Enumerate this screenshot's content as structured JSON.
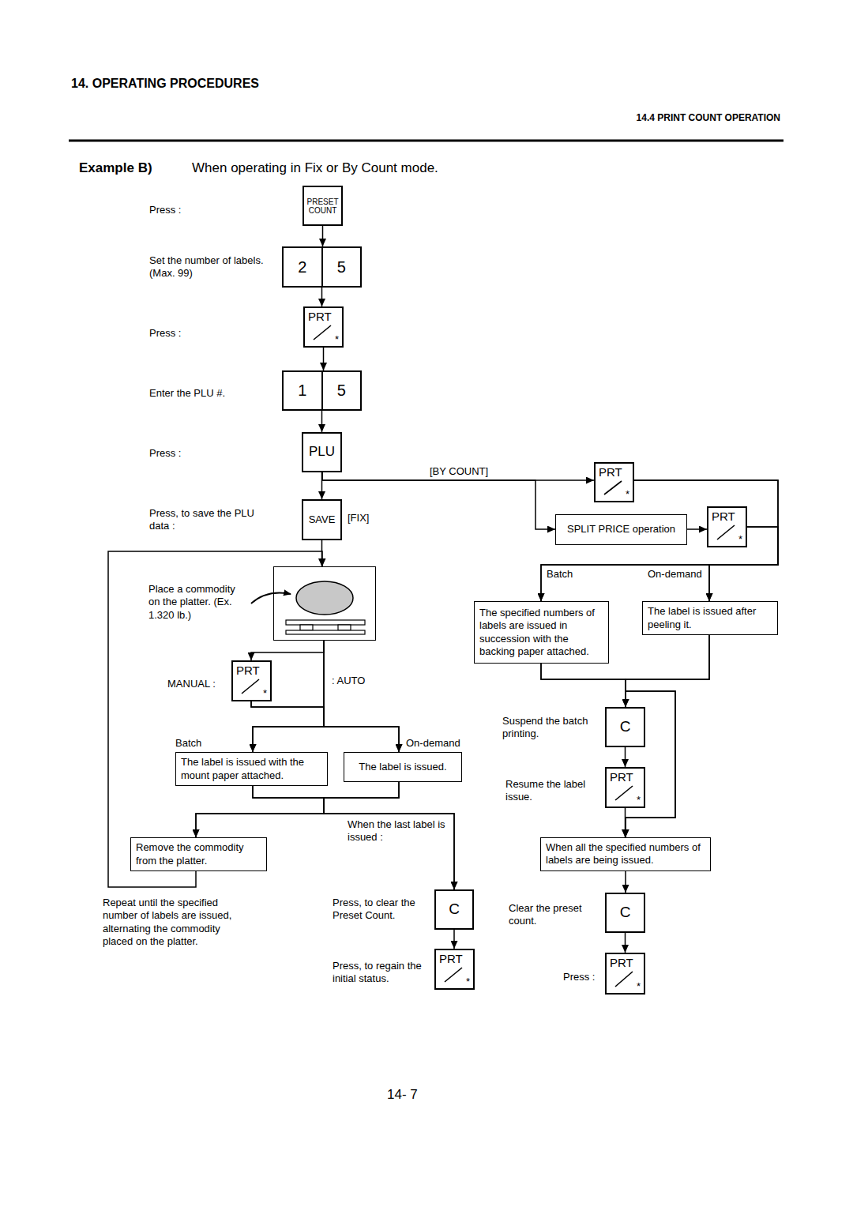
{
  "diagram": {
    "title": "Example B)",
    "nodes": [
      {
        "text": [
          "PRESET COUNT"
        ]
      },
      {
        "text": [
          "2",
          "5"
        ]
      },
      {
        "text": [
          "PRT",
          "*"
        ]
      },
      {
        "text": [
          "1",
          "5"
        ]
      },
      {
        "text": [
          "PLU"
        ]
      },
      {
        "text": [
          "SAVE"
        ]
      },
      {
        "text": [
          "Place a commodity on the platter. (Ex. 1.320 lb.)"
        ]
      },
      {
        "text": [
          "PRT",
          "*"
        ]
      },
      {
        "text": [
          "The label is issued with the mount paper attached."
        ]
      },
      {
        "text": [
          "The label is issued."
        ]
      },
      {
        "text": [
          "Remove the commodity from the platter."
        ]
      },
      {
        "text": [
          "C"
        ]
      },
      {
        "text": [
          "PRT",
          "*"
        ]
      },
      {
        "text": [
          "PRT",
          "*"
        ]
      },
      {
        "text": [
          "SPLIT PRICE operation"
        ]
      },
      {
        "text": [
          "PRT",
          "*"
        ]
      },
      {
        "text": [
          "The specified numbers of labels are issued in succession with the backing paper attached."
        ]
      },
      {
        "text": [
          "The label is issued after peeling it."
        ]
      },
      {
        "text": [
          "C"
        ]
      },
      {
        "text": [
          "PRT",
          "*"
        ]
      },
      {
        "text": [
          "When all the specified numbers of labels are being issued."
        ]
      },
      {
        "text": [
          "C"
        ]
      },
      {
        "text": [
          "PRT",
          "*"
        ]
      }
    ],
    "edges": [
      {
        "from": 0,
        "to": 1,
        "arrow": "to"
      },
      {
        "from": 1,
        "to": 2,
        "arrow": "to"
      },
      {
        "from": 2,
        "to": 3,
        "arrow": "to"
      },
      {
        "from": 3,
        "to": 4,
        "arrow": "to"
      },
      {
        "from": 4,
        "to": 5,
        "arrow": "to",
        "label": "[FIX]"
      },
      {
        "from": 4,
        "to": 13,
        "arrow": "to",
        "label": "[BY COUNT]"
      },
      {
        "from": 4,
        "to": 14,
        "arrow": "to"
      },
      {
        "from": 5,
        "to": 6,
        "arrow": "to"
      },
      {
        "from": 6,
        "to": 7,
        "arrow": "to"
      },
      {
        "from": 6,
        "to": 8,
        "arrow": "to"
      },
      {
        "from": 6,
        "to": 9,
        "arrow": "to"
      },
      {
        "from": 7,
        "to": 8,
        "arrow": "to"
      },
      {
        "from": 7,
        "to": 9,
        "arrow": "to"
      },
      {
        "from": 8,
        "to": 10,
        "arrow": "to"
      },
      {
        "from": 9,
        "to": 10,
        "arrow": "to"
      },
      {
        "from": 8,
        "to": 11,
        "arrow": "to",
        "label": "When the last label is issued :"
      },
      {
        "from": 9,
        "to": 11,
        "arrow": "to"
      },
      {
        "from": 10,
        "to": 6,
        "arrow": "to"
      },
      {
        "from": 11,
        "to": 12,
        "arrow": "to"
      },
      {
        "from": 13,
        "to": 16,
        "arrow": "to"
      },
      {
        "from": 13,
        "to": 17,
        "arrow": "to"
      },
      {
        "from": 14,
        "to": 15,
        "arrow": "to"
      },
      {
        "from": 15,
        "to": 16,
        "arrow": "to"
      },
      {
        "from": 15,
        "to": 17,
        "arrow": "to"
      },
      {
        "from": 16,
        "to": 18,
        "arrow": "to"
      },
      {
        "from": 17,
        "to": 18,
        "arrow": "to"
      },
      {
        "from": 16,
        "to": 20,
        "arrow": "to"
      },
      {
        "from": 17,
        "to": 20,
        "arrow": "to"
      },
      {
        "from": 18,
        "to": 19,
        "arrow": "to"
      },
      {
        "from": 19,
        "to": 20,
        "arrow": "to"
      },
      {
        "from": 20,
        "to": 21,
        "arrow": "to"
      },
      {
        "from": 21,
        "to": 22,
        "arrow": "to"
      }
    ],
    "labels": [
      "14. OPERATING PROCEDURES",
      "14.4 PRINT COUNT OPERATION",
      "When operating in Fix or By Count mode.",
      "Press :",
      "Set the number of labels. (Max. 99)",
      "Press :",
      "Enter the PLU #.",
      "Press :",
      "Press, to save the PLU data :",
      "MANUAL :",
      ": AUTO",
      "Batch",
      "On-demand",
      "Batch",
      "On-demand",
      "Repeat until the specified number of labels are issued, alternating the commodity placed on the platter.",
      "Press, to clear the Preset Count.",
      "Press, to regain the initial status.",
      "Suspend the batch printing.",
      "Resume the label issue.",
      "Clear the preset count.",
      "Press :",
      "14- 7"
    ]
  }
}
